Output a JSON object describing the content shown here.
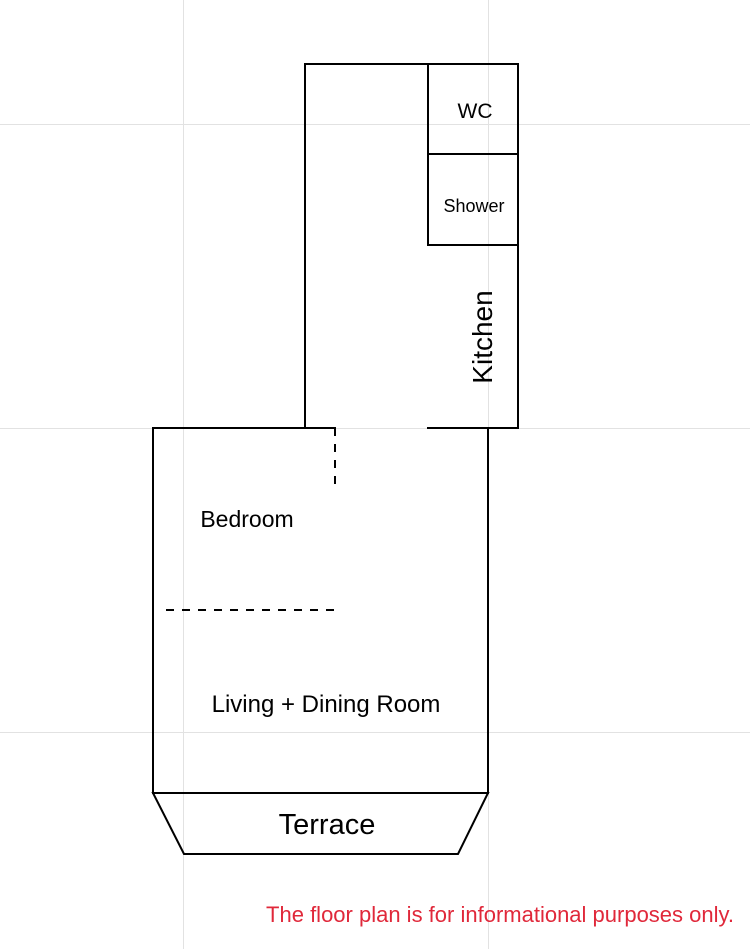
{
  "rooms": {
    "wc": "WC",
    "shower": "Shower",
    "kitchen": "Kitchen",
    "bedroom": "Bedroom",
    "living_dining": "Living + Dining Room",
    "terrace": "Terrace"
  },
  "disclaimer": "The floor plan is for informational purposes only.",
  "colors": {
    "disclaimer": "#e0283a",
    "walls": "#000000",
    "grid": "#e2e2e2"
  }
}
